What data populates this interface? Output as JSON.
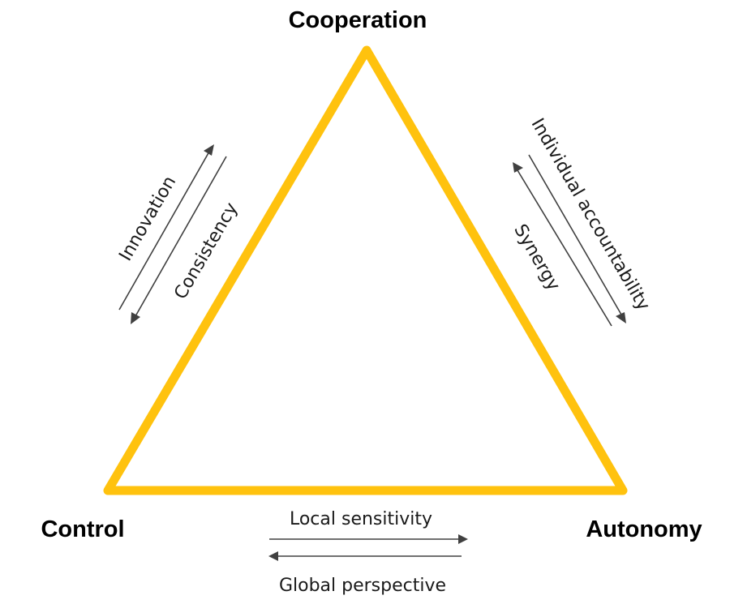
{
  "diagram": {
    "accent_color": "#FFC20E",
    "vertices": {
      "top": "Cooperation",
      "bottom_left": "Control",
      "bottom_right": "Autonomy"
    },
    "tensions": {
      "left_edge": {
        "toward_cooperation": "Innovation",
        "toward_control": "Consistency"
      },
      "right_edge": {
        "toward_autonomy": "Individual accountability",
        "toward_cooperation": "Synergy"
      },
      "bottom_edge": {
        "toward_autonomy": "Local sensitivity",
        "toward_control": "Global perspective"
      }
    }
  }
}
